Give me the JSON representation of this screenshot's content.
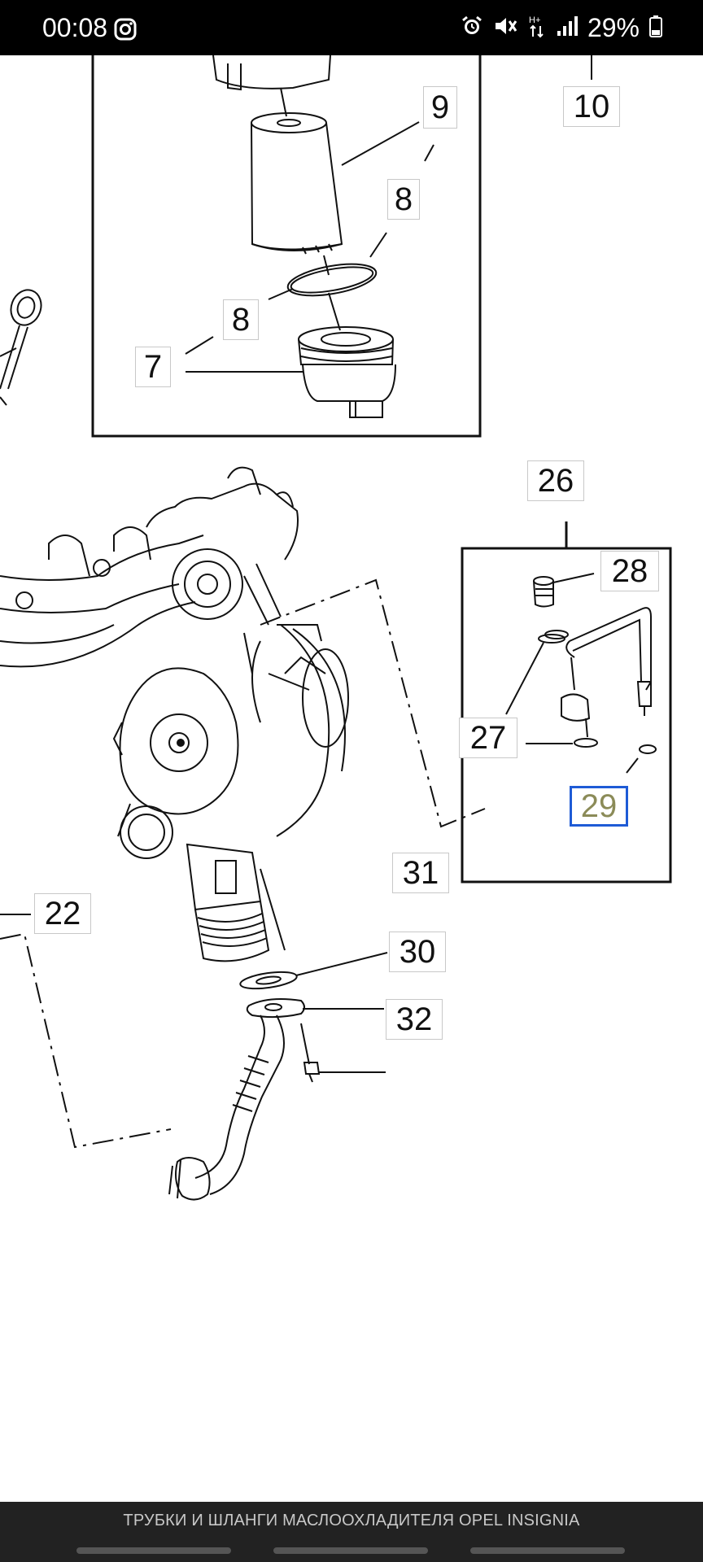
{
  "status_bar": {
    "time": "00:08",
    "battery": "29%",
    "icons": [
      "instagram-icon",
      "alarm-icon",
      "mute-icon",
      "hplus-data-icon",
      "signal-icon",
      "battery-icon"
    ]
  },
  "callouts": {
    "c7": "7",
    "c8a": "8",
    "c8b": "8",
    "c9": "9",
    "c10": "10",
    "c22": "22",
    "c26": "26",
    "c27": "27",
    "c28": "28",
    "c29": "29",
    "c30": "30",
    "c31": "31",
    "c32": "32"
  },
  "caption": "ТРУБКИ И ШЛАНГИ МАСЛООХЛАДИТЕЛЯ OPEL INSIGNIA",
  "colors": {
    "selected_border": "#1e5bd6",
    "selected_text": "#8b8b58",
    "bottom_bar": "#222222"
  }
}
